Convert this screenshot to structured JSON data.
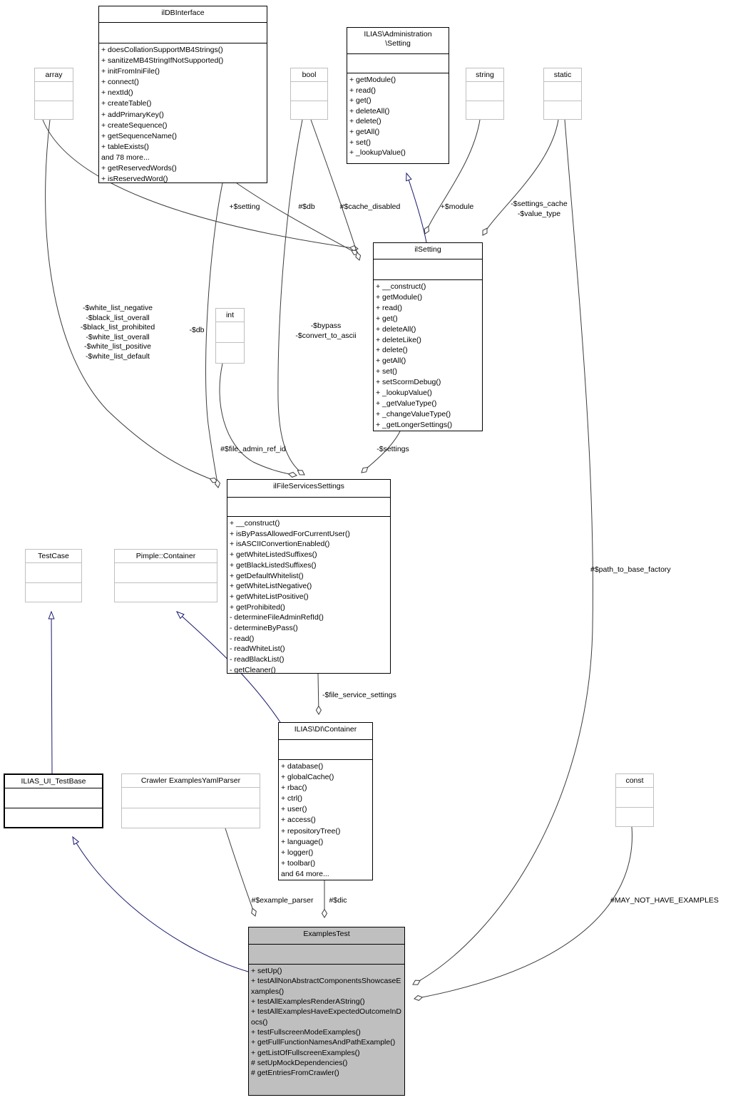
{
  "colors": {
    "inheritance_edge": "#191970",
    "aggregation_edge": "#3c3c3c",
    "current_class_fill": "#bfbfbf",
    "external_class_border": "#bfbfbf",
    "documented_class_border": "#000000"
  },
  "classes": [
    {
      "id": "ildbinterface",
      "name": "ilDBInterface",
      "kind": "doc",
      "methods": [
        "+ doesCollationSupportMB4Strings()",
        "+ sanitizeMB4StringIfNotSupported()",
        "+ initFromIniFile()",
        "+ connect()",
        "+ nextId()",
        "+ createTable()",
        "+ addPrimaryKey()",
        "+ createSequence()",
        "+ getSequenceName()",
        "+ tableExists()",
        "and 78 more...",
        "+ getReservedWords()",
        "+ isReservedWord()"
      ]
    },
    {
      "id": "adminsetting",
      "name": "ILIAS\\Administration\n\\Setting",
      "kind": "doc",
      "methods": [
        "+ getModule()",
        "+ read()",
        "+ get()",
        "+ deleteAll()",
        "+ delete()",
        "+ getAll()",
        "+ set()",
        "+ _lookupValue()"
      ]
    },
    {
      "id": "array",
      "name": "array",
      "kind": "plain",
      "methods": []
    },
    {
      "id": "bool",
      "name": "bool",
      "kind": "plain",
      "methods": []
    },
    {
      "id": "string",
      "name": "string",
      "kind": "plain",
      "methods": []
    },
    {
      "id": "static",
      "name": "static",
      "kind": "plain",
      "methods": []
    },
    {
      "id": "ilsetting",
      "name": "ilSetting",
      "kind": "doc",
      "methods": [
        "+ __construct()",
        "+ getModule()",
        "+ read()",
        "+ get()",
        "+ deleteAll()",
        "+ deleteLike()",
        "+ delete()",
        "+ getAll()",
        "+ set()",
        "+ setScormDebug()",
        "+ _lookupValue()",
        "+ _getValueType()",
        "+ _changeValueType()",
        "+ _getLongerSettings()"
      ]
    },
    {
      "id": "int",
      "name": "int",
      "kind": "plain",
      "methods": []
    },
    {
      "id": "fss",
      "name": "ilFileServicesSettings",
      "kind": "doc",
      "methods": [
        "+ __construct()",
        "+ isByPassAllowedForCurrentUser()",
        "+ isASCIIConvertionEnabled()",
        "+ getWhiteListedSuffixes()",
        "+ getBlackListedSuffixes()",
        "+ getDefaultWhitelist()",
        "+ getWhiteListNegative()",
        "+ getWhiteListPositive()",
        "+ getProhibited()",
        "- determineFileAdminRefId()",
        "- determineByPass()",
        "- read()",
        "- readWhiteList()",
        "- readBlackList()",
        "- getCleaner()"
      ]
    },
    {
      "id": "testcase",
      "name": "TestCase",
      "kind": "plain",
      "methods": []
    },
    {
      "id": "pimple",
      "name": "Pimple::Container",
      "kind": "plain",
      "methods": []
    },
    {
      "id": "dic",
      "name": "ILIAS\\DI\\Container",
      "kind": "doc",
      "methods": [
        "+ database()",
        "+ globalCache()",
        "+ rbac()",
        "+ ctrl()",
        "+ user()",
        "+ access()",
        "+ repositoryTree()",
        "+ language()",
        "+ logger()",
        "+ toolbar()",
        "and 64 more..."
      ]
    },
    {
      "id": "uitestbase",
      "name": "ILIAS_UI_TestBase",
      "kind": "bold",
      "methods": []
    },
    {
      "id": "crawler",
      "name": "Crawler ExamplesYamlParser",
      "kind": "plain",
      "methods": []
    },
    {
      "id": "const",
      "name": "const",
      "kind": "plain",
      "methods": []
    },
    {
      "id": "examplestest",
      "name": "ExamplesTest",
      "kind": "current",
      "methods": [
        "+ setUp()",
        "+ testAllNonAbstractComponentsShowcaseExamples()",
        "+ testAllExamplesRenderAString()",
        "+ testAllExamplesHaveExpectedOutcomeInDocs()",
        "+ testFullscreenModeExamples()",
        "+ getFullFunctionNamesAndPathExample()",
        "+ getListOfFullscreenExamples()",
        "# setUpMockDependencies()",
        "# getEntriesFromCrawler()"
      ]
    }
  ],
  "edges": [
    {
      "id": "inherit-ilsetting-adminsetting",
      "from": "ilsetting",
      "to": "adminsetting",
      "type": "inheritance",
      "label": ""
    },
    {
      "id": "inherit-uitestbase-testcase",
      "from": "uitestbase",
      "to": "testcase",
      "type": "inheritance",
      "label": ""
    },
    {
      "id": "inherit-dic-pimple",
      "from": "dic",
      "to": "pimple",
      "type": "inheritance",
      "label": ""
    },
    {
      "id": "inherit-examplestest-uitestbase",
      "from": "examplestest",
      "to": "uitestbase",
      "type": "inheritance",
      "label": ""
    },
    {
      "id": "agg-setting",
      "from": "array",
      "to": "ilsetting",
      "type": "aggregation",
      "label": "+$setting"
    },
    {
      "id": "agg-db-ilsetting",
      "from": "ildbinterface",
      "to": "ilsetting",
      "type": "aggregation",
      "label": "#$db"
    },
    {
      "id": "agg-cache-disabled",
      "from": "bool",
      "to": "ilsetting",
      "type": "aggregation",
      "label": "#$cache_disabled"
    },
    {
      "id": "agg-module",
      "from": "string",
      "to": "ilsetting",
      "type": "aggregation",
      "label": "+$module"
    },
    {
      "id": "agg-settings-cache",
      "from": "static",
      "to": "ilsetting",
      "type": "aggregation",
      "label": "-$settings_cache\n-$value_type"
    },
    {
      "id": "agg-path-to-base-factory",
      "from": "static",
      "to": "examplestest",
      "type": "aggregation",
      "label": "#$path_to_base_factory"
    },
    {
      "id": "agg-may-not-have-examples",
      "from": "const",
      "to": "examplestest",
      "type": "aggregation",
      "label": "#MAY_NOT_HAVE_EXAMPLES"
    },
    {
      "id": "agg-white-lists",
      "from": "array",
      "to": "fss",
      "type": "aggregation",
      "label": "-$white_list_negative\n-$black_list_overall\n-$black_list_prohibited\n-$white_list_overall\n-$white_list_positive\n-$white_list_default"
    },
    {
      "id": "agg-db-fss",
      "from": "ildbinterface",
      "to": "fss",
      "type": "aggregation",
      "label": "-$db"
    },
    {
      "id": "agg-file-admin-ref-id",
      "from": "int",
      "to": "fss",
      "type": "aggregation",
      "label": "#$file_admin_ref_id"
    },
    {
      "id": "agg-bypass",
      "from": "bool",
      "to": "fss",
      "type": "aggregation",
      "label": "-$bypass\n-$convert_to_ascii"
    },
    {
      "id": "agg-settings",
      "from": "ilsetting",
      "to": "fss",
      "type": "aggregation",
      "label": "-$settings"
    },
    {
      "id": "agg-file-service-settings",
      "from": "fss",
      "to": "dic",
      "type": "aggregation",
      "label": "-$file_service_settings"
    },
    {
      "id": "agg-example-parser",
      "from": "crawler",
      "to": "examplestest",
      "type": "aggregation",
      "label": "#$example_parser"
    },
    {
      "id": "agg-dic",
      "from": "dic",
      "to": "examplestest",
      "type": "aggregation",
      "label": "#$dic"
    }
  ]
}
